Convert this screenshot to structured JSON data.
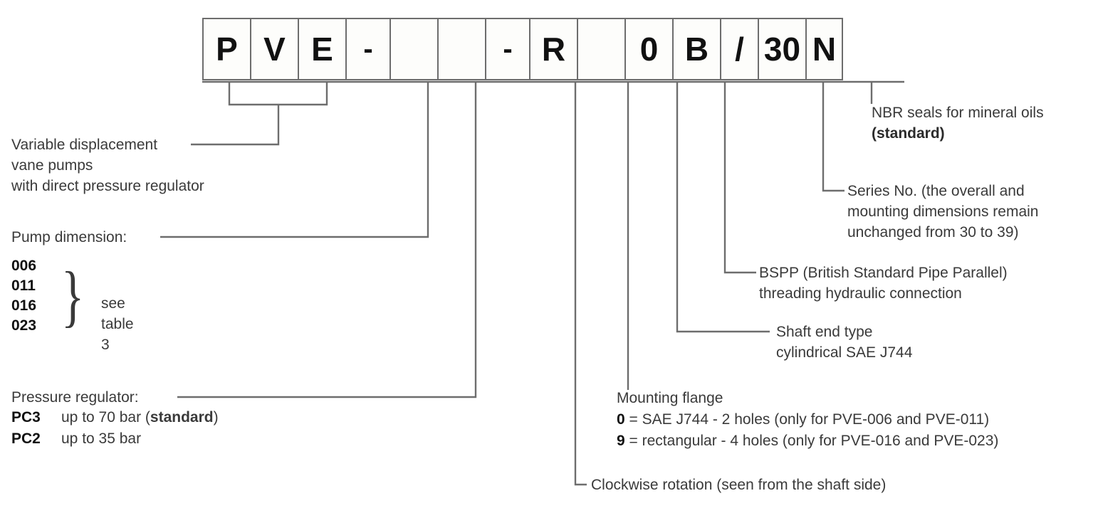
{
  "title": "PVE variable displacement vane pump model code",
  "code_string": {
    "boxes": [
      {
        "text": "P",
        "width": "w67"
      },
      {
        "text": "V",
        "width": "w67"
      },
      {
        "text": "E",
        "width": "w67"
      },
      {
        "text": "-",
        "width": "w62"
      },
      {
        "text": "",
        "width": "w67"
      },
      {
        "text": "",
        "width": "w67"
      },
      {
        "text": "-",
        "width": "w62"
      },
      {
        "text": "R",
        "width": "w67"
      },
      {
        "text": "",
        "width": "w67"
      },
      {
        "text": "0",
        "width": "w67"
      },
      {
        "text": "B",
        "width": "w67"
      },
      {
        "text": "/",
        "width": "w53"
      },
      {
        "text": "30",
        "width": "w67"
      },
      {
        "text": "N",
        "width": "w53"
      }
    ]
  },
  "callouts": {
    "family": {
      "lines": [
        "Variable displacement",
        "vane pumps",
        "with direct pressure regulator"
      ]
    },
    "pump_dimension": {
      "heading": "Pump dimension:",
      "codes": [
        "006",
        "011",
        "016",
        "023"
      ],
      "note": "see table 3",
      "brace": "}"
    },
    "pressure_regulator": {
      "heading": "Pressure regulator:",
      "options": [
        {
          "code": "PC3",
          "desc_pre": "up to 70 bar (",
          "desc_bold": "standard",
          "desc_post": ")"
        },
        {
          "code": "PC2",
          "desc_pre": "up to 35 bar",
          "desc_bold": "",
          "desc_post": ""
        }
      ]
    },
    "rotation": {
      "text": "Clockwise rotation (seen from the shaft side)"
    },
    "mounting_flange": {
      "heading": "Mounting flange",
      "options": [
        {
          "code": "0",
          "desc": "= SAE J744 - 2 holes (only for PVE-006 and PVE-011)"
        },
        {
          "code": "9",
          "desc": "= rectangular  - 4 holes (only for PVE-016 and PVE-023)"
        }
      ]
    },
    "shaft_end": {
      "lines": [
        "Shaft end type",
        "cylindrical SAE J744"
      ]
    },
    "bspp": {
      "lines": [
        "BSPP (British Standard Pipe Parallel)",
        "threading hydraulic connection"
      ]
    },
    "series_no": {
      "lines": [
        "Series No. (the overall and",
        "mounting dimensions remain",
        "unchanged from 30 to 39)"
      ]
    },
    "seals": {
      "line1": "NBR seals for mineral oils",
      "line2_bold": "(standard)"
    }
  },
  "colors": {
    "line": "#6d6d6d",
    "text": "#3a3a3a",
    "box_text": "#111111",
    "background": "#ffffff"
  }
}
